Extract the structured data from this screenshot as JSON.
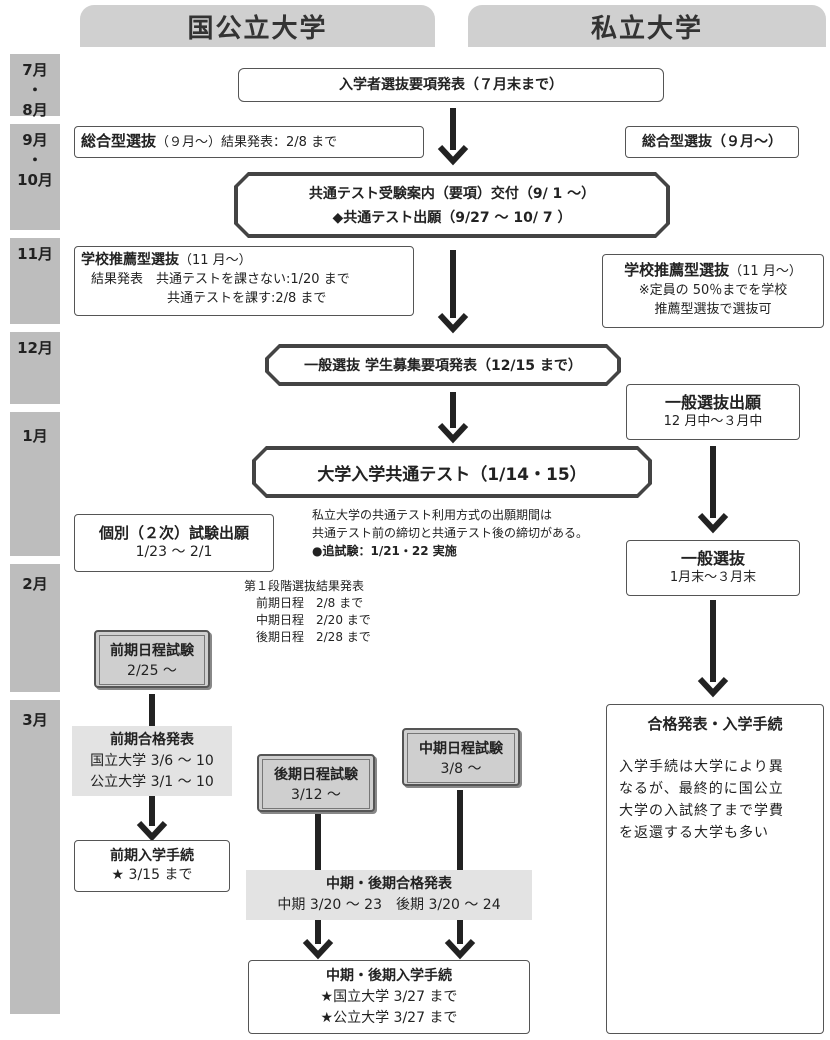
{
  "headers": {
    "national": "国公立大学",
    "private": "私立大学"
  },
  "months": [
    "7月\n・\n8月",
    "9月\n・\n10月",
    "11月",
    "12月",
    "1月",
    "2月",
    "3月"
  ],
  "shared": {
    "guidelines": "入学者選抜要項発表（７月末まで）",
    "common_test_line1": "共通テスト受験案内（要項）交付（9/ 1 ～）",
    "common_test_line2": "◆共通テスト出願（9/27 ～ 10/ 7 ）",
    "general_notice": "一般選抜 学生募集要項発表（12/15 まで）",
    "common_test_exam": "大学入学共通テスト（1/14・15）"
  },
  "national": {
    "comprehensive": {
      "title": "総合型選抜",
      "detail": "（９月～）結果発表：2/8 まで"
    },
    "school_rec": {
      "title": "学校推薦型選抜",
      "period": "（11 月～）",
      "line2": "結果発表　共通テストを課さない:1/20 まで",
      "line3": "共通テストを課す:2/8 まで"
    },
    "individual_app": {
      "title": "個別（２次）試験出願",
      "dates": "1/23 ～ 2/1"
    },
    "first_stage": {
      "title": "第１段階選抜結果発表",
      "rows": [
        "前期日程　2/8 まで",
        "中期日程　2/20 まで",
        "後期日程　2/28 まで"
      ]
    },
    "early_exam": {
      "title": "前期日程試験",
      "date": "2/25 ～"
    },
    "early_result": {
      "title": "前期合格発表",
      "national": "国立大学 3/6 ～ 10",
      "public": "公立大学 3/1 ～ 10"
    },
    "early_enroll": {
      "title": "前期入学手続",
      "date": "★ 3/15 まで"
    },
    "late_exam": {
      "title": "後期日程試験",
      "date": "3/12 ～"
    },
    "mid_exam": {
      "title": "中期日程試験",
      "date": "3/8 ～"
    },
    "midlate_result": {
      "title": "中期・後期合格発表",
      "dates": "中期 3/20 ～ 23　後期 3/20 ～ 24"
    },
    "midlate_enroll": {
      "title": "中期・後期入学手続",
      "national": "★国立大学 3/27 まで",
      "public": "★公立大学 3/27 まで"
    }
  },
  "private": {
    "comprehensive": "総合型選抜（９月～）",
    "school_rec": {
      "title": "学校推薦型選抜",
      "period": "（11 月～）",
      "note1": "※定員の 50％までを学校",
      "note2": "推薦型選抜で選抜可"
    },
    "general_app": {
      "title": "一般選抜出願",
      "dates": "12 月中～３月中"
    },
    "general": {
      "title": "一般選抜",
      "dates": "1月末～３月末"
    },
    "final": {
      "title": "合格発表・入学手続",
      "body": [
        "入学手続は大学により異",
        "なるが、最終的に国公立",
        "大学の入試終了まで学費",
        "を返還する大学も多い"
      ]
    },
    "common_note": {
      "line1": "私立大学の共通テスト利用方式の出願期間は",
      "line2": "共通テスト前の締切と共通テスト後の締切がある。",
      "line3": "●追試験：1/21・22 実施"
    }
  }
}
